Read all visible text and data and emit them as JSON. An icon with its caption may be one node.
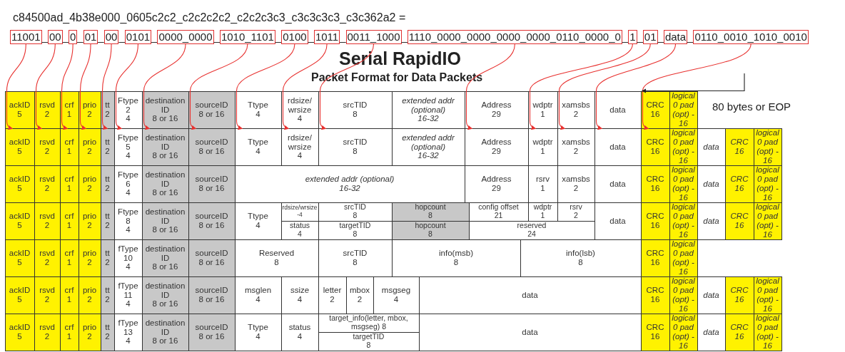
{
  "diagram": {
    "title": "Serial RapidIO",
    "nodes": [
      {
        "text": [
          "11001"
        ]
      },
      {
        "text": [
          "00"
        ]
      },
      {
        "text": [
          "0"
        ]
      },
      {
        "text": [
          "01"
        ]
      },
      {
        "text": [
          "00"
        ]
      },
      {
        "text": [
          "0101"
        ]
      },
      {
        "text": [
          "0000_0000"
        ]
      },
      {
        "text": [
          "1010_1101"
        ]
      },
      {
        "text": [
          "0100"
        ]
      },
      {
        "text": [
          "1011"
        ]
      },
      {
        "text": [
          "0011_1000"
        ]
      },
      {
        "text": [
          "1110_0000_0000_0000_0000_0110_0000_0"
        ]
      },
      {
        "text": [
          "1"
        ]
      },
      {
        "text": [
          "01"
        ]
      },
      {
        "text": [
          "data"
        ]
      },
      {
        "text": [
          "0110_0010_1010_0010"
        ]
      },
      {
        "text": [
          "ackID",
          "5"
        ]
      },
      {
        "text": [
          "rsvd",
          "2"
        ]
      },
      {
        "text": [
          "crf",
          "1"
        ]
      },
      {
        "text": [
          "prio",
          "2"
        ]
      },
      {
        "text": [
          "tt",
          "2"
        ]
      },
      {
        "text": [
          "Ftype 2",
          "4"
        ]
      },
      {
        "text": [
          "destination ID",
          "8 or 16"
        ]
      },
      {
        "text": [
          "sourceID",
          "8 or 16"
        ]
      },
      {
        "text": [
          "Ttype",
          "4"
        ]
      },
      {
        "text": [
          "rdsize/ wrsize",
          "4"
        ]
      },
      {
        "text": [
          "srcTID",
          "8"
        ]
      },
      {
        "text": [
          "extended addr (optional)",
          "16-32"
        ]
      },
      {
        "text": [
          "Address",
          "29"
        ]
      },
      {
        "text": [
          "wdptr",
          "1"
        ]
      },
      {
        "text": [
          "xamsbs",
          "2"
        ]
      },
      {
        "text": [
          "data"
        ]
      },
      {
        "text": [
          "CRC",
          "16"
        ]
      },
      {
        "text": [
          "logical 0 pad (opt) - 16"
        ]
      },
      {
        "text": [
          "ackID",
          "5"
        ]
      },
      {
        "text": [
          "rsvd",
          "2"
        ]
      },
      {
        "text": [
          "crf",
          "1"
        ]
      },
      {
        "text": [
          "prio",
          "2"
        ]
      },
      {
        "text": [
          "tt",
          "2"
        ]
      },
      {
        "text": [
          "Ftype 5",
          "4"
        ]
      },
      {
        "text": [
          "destination ID",
          "8 or 16"
        ]
      },
      {
        "text": [
          "sourceID",
          "8 or 16"
        ]
      },
      {
        "text": [
          "Ttype",
          "4"
        ]
      },
      {
        "text": [
          "rdsize/ wrsize",
          "4"
        ]
      },
      {
        "text": [
          "srcTID",
          "8"
        ]
      },
      {
        "text": [
          "extended addr (optional)",
          "16-32"
        ]
      },
      {
        "text": [
          "Address",
          "29"
        ]
      },
      {
        "text": [
          "wdptr",
          "1"
        ]
      },
      {
        "text": [
          "xamsbs",
          "2"
        ]
      },
      {
        "text": [
          "data"
        ]
      },
      {
        "text": [
          "CRC",
          "16"
        ]
      },
      {
        "text": [
          "logical 0 pad (opt) - 16"
        ]
      },
      {
        "text": [
          "data"
        ]
      },
      {
        "text": [
          "CRC",
          "16"
        ]
      },
      {
        "text": [
          "logical 0 pad (opt) - 16"
        ]
      },
      {
        "text": [
          "ackID",
          "5"
        ]
      },
      {
        "text": [
          "rsvd",
          "2"
        ]
      },
      {
        "text": [
          "crf",
          "1"
        ]
      },
      {
        "text": [
          "prio",
          "2"
        ]
      },
      {
        "text": [
          "tt",
          "2"
        ]
      },
      {
        "text": [
          "Ftype 6",
          "4"
        ]
      },
      {
        "text": [
          "destination ID",
          "8 or 16"
        ]
      },
      {
        "text": [
          "sourceID",
          "8 or 16"
        ]
      },
      {
        "text": [
          "extended addr (optional)",
          "16-32"
        ]
      },
      {
        "text": [
          "Address",
          "29"
        ]
      },
      {
        "text": [
          "rsrv",
          "1"
        ]
      },
      {
        "text": [
          "xamsbs",
          "2"
        ]
      },
      {
        "text": [
          "data"
        ]
      },
      {
        "text": [
          "CRC",
          "16"
        ]
      },
      {
        "text": [
          "logical 0 pad (opt) - 16"
        ]
      },
      {
        "text": [
          "data"
        ]
      },
      {
        "text": [
          "CRC",
          "16"
        ]
      },
      {
        "text": [
          "logical 0 pad (opt) - 16"
        ]
      },
      {
        "text": [
          "ackID",
          "5"
        ]
      },
      {
        "text": [
          "rsvd",
          "2"
        ]
      },
      {
        "text": [
          "crf",
          "1"
        ]
      },
      {
        "text": [
          "prio",
          "2"
        ]
      },
      {
        "text": [
          "tt",
          "2"
        ]
      },
      {
        "text": [
          "Ftype 8",
          "4"
        ]
      },
      {
        "text": [
          "destination ID",
          "8 or 16"
        ]
      },
      {
        "text": [
          "sourceID",
          "8 or 16"
        ]
      },
      {
        "text": [
          "Ttype",
          "4"
        ]
      },
      {
        "text": [
          "rdsize/wrsize -4"
        ]
      },
      {
        "text": [
          "srcTID",
          "8"
        ]
      },
      {
        "text": [
          "hopcount",
          "8"
        ]
      },
      {
        "text": [
          "config offset",
          "21"
        ]
      },
      {
        "text": [
          "wdptr",
          "1"
        ]
      },
      {
        "text": [
          "rsrv",
          "2"
        ]
      },
      {
        "text": [
          "data"
        ]
      },
      {
        "text": [
          "CRC",
          "16"
        ]
      },
      {
        "text": [
          "logical 0 pad (opt) - 16"
        ]
      },
      {
        "text": [
          "data"
        ]
      },
      {
        "text": [
          "CRC",
          "16"
        ]
      },
      {
        "text": [
          "logical 0 pad (opt) - 16"
        ]
      },
      {
        "text": [
          "status",
          "4"
        ]
      },
      {
        "text": [
          "targetTID",
          "8"
        ]
      },
      {
        "text": [
          "hopcount",
          "8"
        ]
      },
      {
        "text": [
          "reserved",
          "24"
        ]
      },
      {
        "text": [
          "ackID",
          "5"
        ]
      },
      {
        "text": [
          "rsvd",
          "2"
        ]
      },
      {
        "text": [
          "crf",
          "1"
        ]
      },
      {
        "text": [
          "prio",
          "2"
        ]
      },
      {
        "text": [
          "tt",
          "2"
        ]
      },
      {
        "text": [
          "fType 10",
          "4"
        ]
      },
      {
        "text": [
          "destination ID",
          "8 or 16"
        ]
      },
      {
        "text": [
          "sourceID",
          "8 or 16"
        ]
      },
      {
        "text": [
          "Reserved",
          "8"
        ]
      },
      {
        "text": [
          "srcTID",
          "8"
        ]
      },
      {
        "text": [
          "info(msb)",
          "8"
        ]
      },
      {
        "text": [
          "info(lsb)",
          "8"
        ]
      },
      {
        "text": [
          "CRC",
          "16"
        ]
      },
      {
        "text": [
          "logical 0 pad (opt) - 16"
        ]
      },
      {
        "text": [
          "ackID",
          "5"
        ]
      },
      {
        "text": [
          "rsvd",
          "2"
        ]
      },
      {
        "text": [
          "crf",
          "1"
        ]
      },
      {
        "text": [
          "prio",
          "2"
        ]
      },
      {
        "text": [
          "tt",
          "2"
        ]
      },
      {
        "text": [
          "fType 11",
          "4"
        ]
      },
      {
        "text": [
          "destination ID",
          "8 or 16"
        ]
      },
      {
        "text": [
          "sourceID",
          "8 or 16"
        ]
      },
      {
        "text": [
          "msglen",
          "4"
        ]
      },
      {
        "text": [
          "ssize",
          "4"
        ]
      },
      {
        "text": [
          "letter",
          "2"
        ]
      },
      {
        "text": [
          "mbox",
          "2"
        ]
      },
      {
        "text": [
          "msgseg",
          "4"
        ]
      },
      {
        "text": [
          "data"
        ]
      },
      {
        "text": [
          "CRC",
          "16"
        ]
      },
      {
        "text": [
          "logical 0 pad (opt) - 16"
        ]
      },
      {
        "text": [
          "data"
        ]
      },
      {
        "text": [
          "CRC",
          "16"
        ]
      },
      {
        "text": [
          "logical 0 pad (opt) - 16"
        ]
      },
      {
        "text": [
          "ackID",
          "5"
        ]
      },
      {
        "text": [
          "rsvd",
          "2"
        ]
      },
      {
        "text": [
          "crf",
          "1"
        ]
      },
      {
        "text": [
          "prio",
          "2"
        ]
      },
      {
        "text": [
          "tt",
          "2"
        ]
      },
      {
        "text": [
          "fType 13",
          "4"
        ]
      },
      {
        "text": [
          "destination ID",
          "8 or 16"
        ]
      },
      {
        "text": [
          "sourceID",
          "8 or 16"
        ]
      },
      {
        "text": [
          "Ttype",
          "4"
        ]
      },
      {
        "text": [
          "status",
          "4"
        ]
      },
      {
        "text": [
          "target_info(letter, mbox, msgseg) 8"
        ]
      },
      {
        "text": [
          "targetTID",
          "8"
        ]
      },
      {
        "text": [
          "data"
        ]
      },
      {
        "text": [
          "CRC",
          "16"
        ]
      },
      {
        "text": [
          "logical 0 pad (opt) - 16"
        ]
      },
      {
        "text": [
          "data"
        ]
      },
      {
        "text": [
          "CRC",
          "16"
        ]
      },
      {
        "text": [
          "logical 0 pad (opt) - 16"
        ]
      }
    ],
    "edges": [
      {
        "from": 0,
        "to": 34,
        "arrow": "to"
      },
      {
        "from": 1,
        "to": 35,
        "arrow": "to"
      },
      {
        "from": 2,
        "to": 36,
        "arrow": "to"
      },
      {
        "from": 3,
        "to": 37,
        "arrow": "to"
      },
      {
        "from": 4,
        "to": 38,
        "arrow": "to"
      },
      {
        "from": 5,
        "to": 39,
        "arrow": "to"
      },
      {
        "from": 6,
        "to": 40,
        "arrow": "to"
      },
      {
        "from": 7,
        "to": 41,
        "arrow": "to"
      },
      {
        "from": 8,
        "to": 42,
        "arrow": "to"
      },
      {
        "from": 9,
        "to": 43,
        "arrow": "to"
      },
      {
        "from": 10,
        "to": 44,
        "arrow": "to"
      },
      {
        "from": 11,
        "to": 46,
        "arrow": "to"
      },
      {
        "from": 12,
        "to": 47,
        "arrow": "to"
      },
      {
        "from": 13,
        "to": 48,
        "arrow": "to"
      },
      {
        "from": 14,
        "to": 49,
        "arrow": "to"
      },
      {
        "from": 15,
        "to": 50,
        "arrow": "to"
      },
      {
        "from": null,
        "to": 32,
        "arrow": "to",
        "color": "#222222"
      }
    ],
    "labels": [
      "c84500ad_4b38e000_0605c2c2_c2c2c2c2_c2c2c3c3_c3c3c3c3_c3c362a2 =",
      "_",
      "_",
      "_",
      "_",
      "_",
      "_",
      "_",
      "_",
      "_",
      "_",
      "_",
      "_",
      "_",
      "_",
      "_",
      "Packet Format for Data Packets",
      "80 bytes or EOP"
    ]
  }
}
